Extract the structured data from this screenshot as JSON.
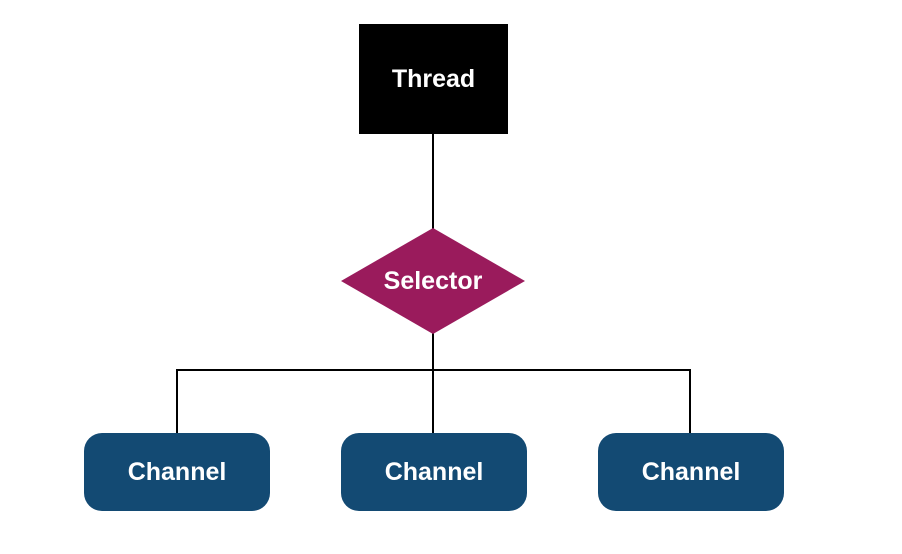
{
  "diagram": {
    "type": "flowchart",
    "background_color": "#ffffff",
    "connector_color": "#000000",
    "nodes": {
      "thread": {
        "label": "Thread",
        "shape": "rectangle",
        "fill_color": "#000000",
        "text_color": "#ffffff"
      },
      "selector": {
        "label": "Selector",
        "shape": "diamond",
        "fill_color": "#9a1b5c",
        "text_color": "#ffffff"
      },
      "channels": [
        {
          "label": "Channel",
          "shape": "rounded-rectangle",
          "fill_color": "#134a73",
          "text_color": "#ffffff"
        },
        {
          "label": "Channel",
          "shape": "rounded-rectangle",
          "fill_color": "#134a73",
          "text_color": "#ffffff"
        },
        {
          "label": "Channel",
          "shape": "rounded-rectangle",
          "fill_color": "#134a73",
          "text_color": "#ffffff"
        }
      ]
    },
    "edges": [
      {
        "from": "thread",
        "to": "selector"
      },
      {
        "from": "selector",
        "to": "channel-1"
      },
      {
        "from": "selector",
        "to": "channel-2"
      },
      {
        "from": "selector",
        "to": "channel-3"
      }
    ]
  }
}
